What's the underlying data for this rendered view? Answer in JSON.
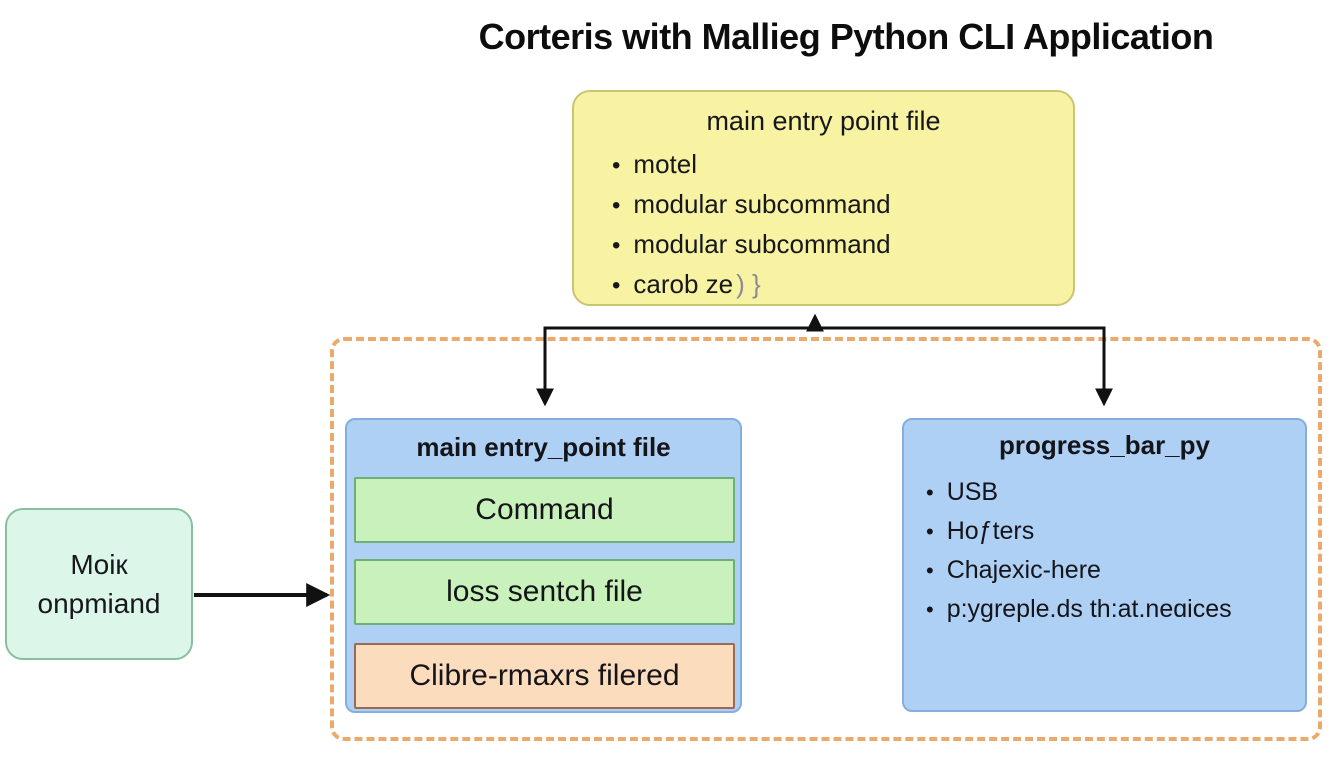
{
  "title": "Corteris with Mallieg Python CLI Application",
  "main_module": {
    "title": "main entry point file",
    "bullets": [
      "motel",
      "modular subcommand",
      "modular subcommand",
      {
        "text": "carob ze",
        "suffix": ") }"
      }
    ]
  },
  "cli_group": {
    "entry_box": {
      "title": "main entry_point file",
      "items": [
        {
          "label": "Command"
        },
        {
          "label": "loss sentch file"
        },
        {
          "label": "Clibre-rmaxrs filered"
        }
      ]
    },
    "progress_box": {
      "title": "progress_bar_py",
      "bullets": [
        "USB",
        "Hoƒters",
        "Chajexic-here",
        "p:ygreple.ds th:at.neɑices"
      ]
    }
  },
  "input_box": {
    "line1": "Moiк",
    "line2": "onpmiand"
  },
  "colors": {
    "yellow_fill": "#f7f3a3",
    "yellow_border": "#cbc472",
    "blue_fill": "#aed0f4",
    "blue_border": "#85aedd",
    "green_fill": "#c9f1bb",
    "green_border": "#6fae74",
    "orange_fill": "#fbdcbd",
    "orange_border": "#9b6a55",
    "mint_fill": "#dcf6e9",
    "mint_border": "#8abf9e",
    "dashed_border": "#eba96b",
    "arrow": "#111111",
    "suffix_gray": "#8a8a93"
  }
}
